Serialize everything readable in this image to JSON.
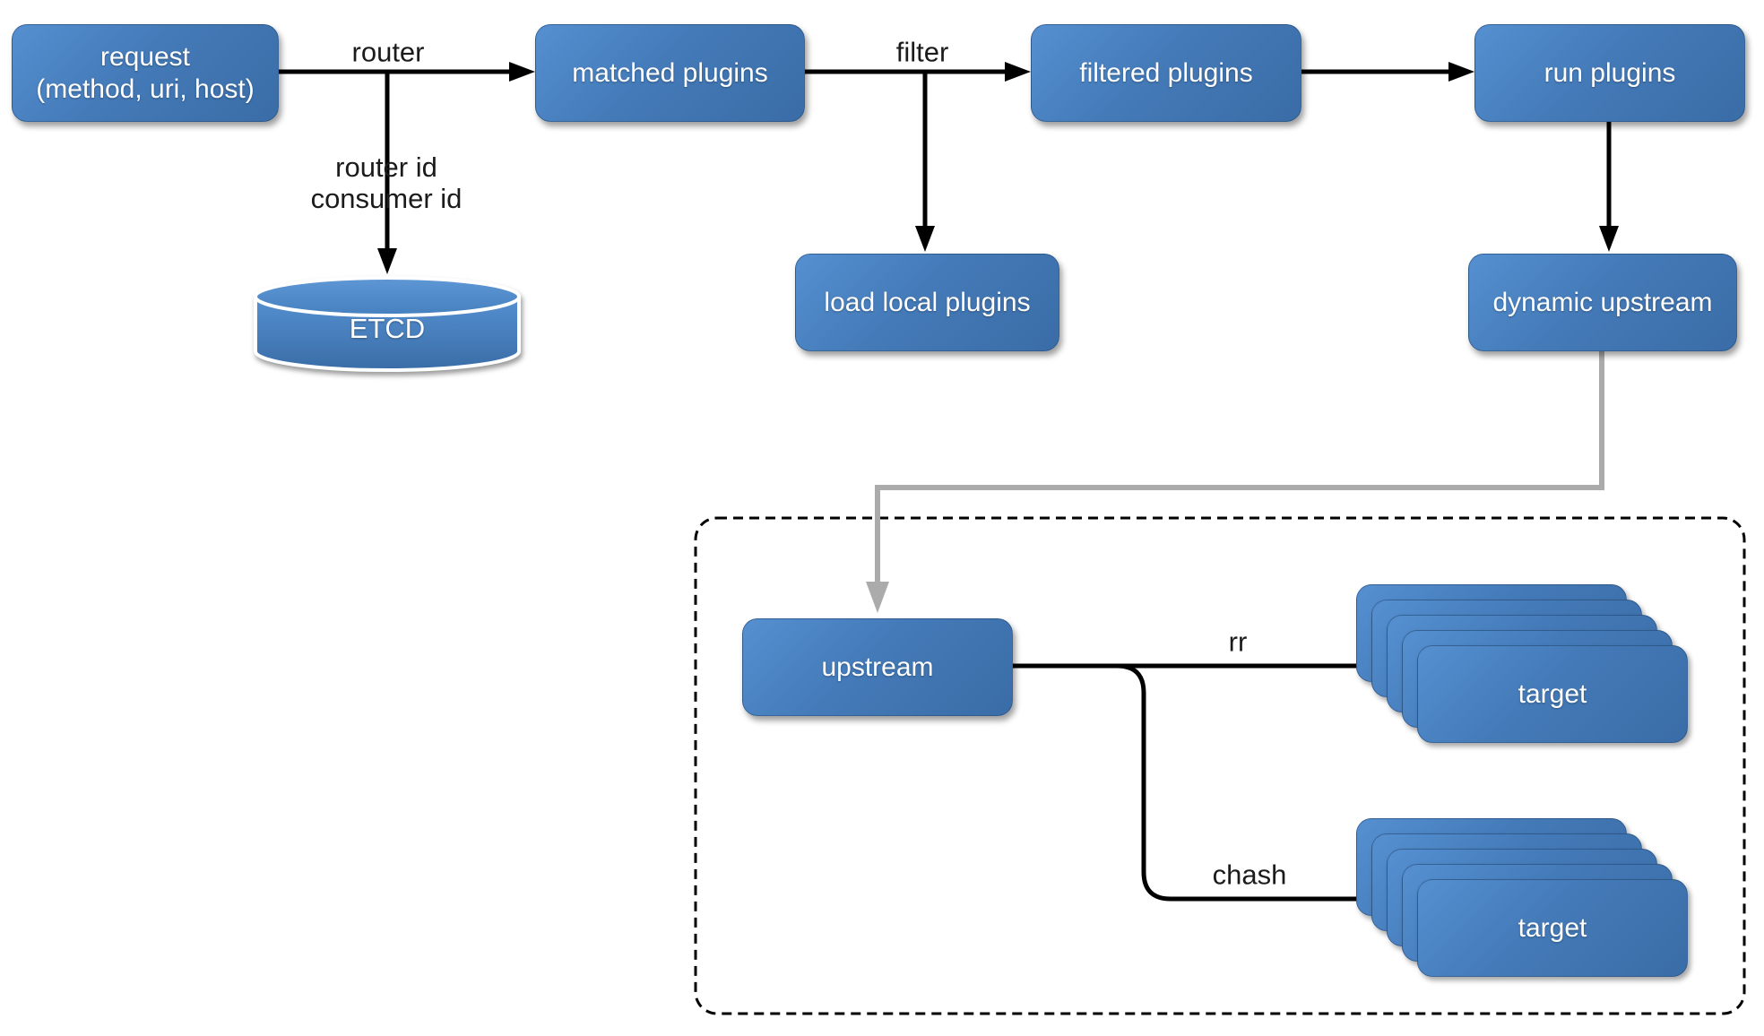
{
  "diagram": {
    "nodes": {
      "request": {
        "label": "request\n(method, uri, host)"
      },
      "matched_plugins": {
        "label": "matched plugins"
      },
      "filtered_plugins": {
        "label": "filtered plugins"
      },
      "run_plugins": {
        "label": "run plugins"
      },
      "etcd": {
        "label": "ETCD"
      },
      "load_local_plugins": {
        "label": "load local plugins"
      },
      "dynamic_upstream": {
        "label": "dynamic upstream"
      },
      "upstream": {
        "label": "upstream"
      },
      "target_rr": {
        "label": "target",
        "stack_count": 5
      },
      "target_chash": {
        "label": "target",
        "stack_count": 5
      }
    },
    "edges": {
      "router": {
        "label": "router"
      },
      "router_consumer_id": {
        "label": "router id\nconsumer id"
      },
      "filter": {
        "label": "filter"
      },
      "rr": {
        "label": "rr"
      },
      "chash": {
        "label": "chash"
      }
    },
    "colors": {
      "node_fill_light": "#5590d1",
      "node_fill_dark": "#3a6da7",
      "node_text": "#ffffff",
      "edge_line": "#000000",
      "edge_label": "#1b1b1b",
      "gray_connector": "#ababab",
      "container_border": "#000000",
      "background": "#ffffff"
    }
  }
}
